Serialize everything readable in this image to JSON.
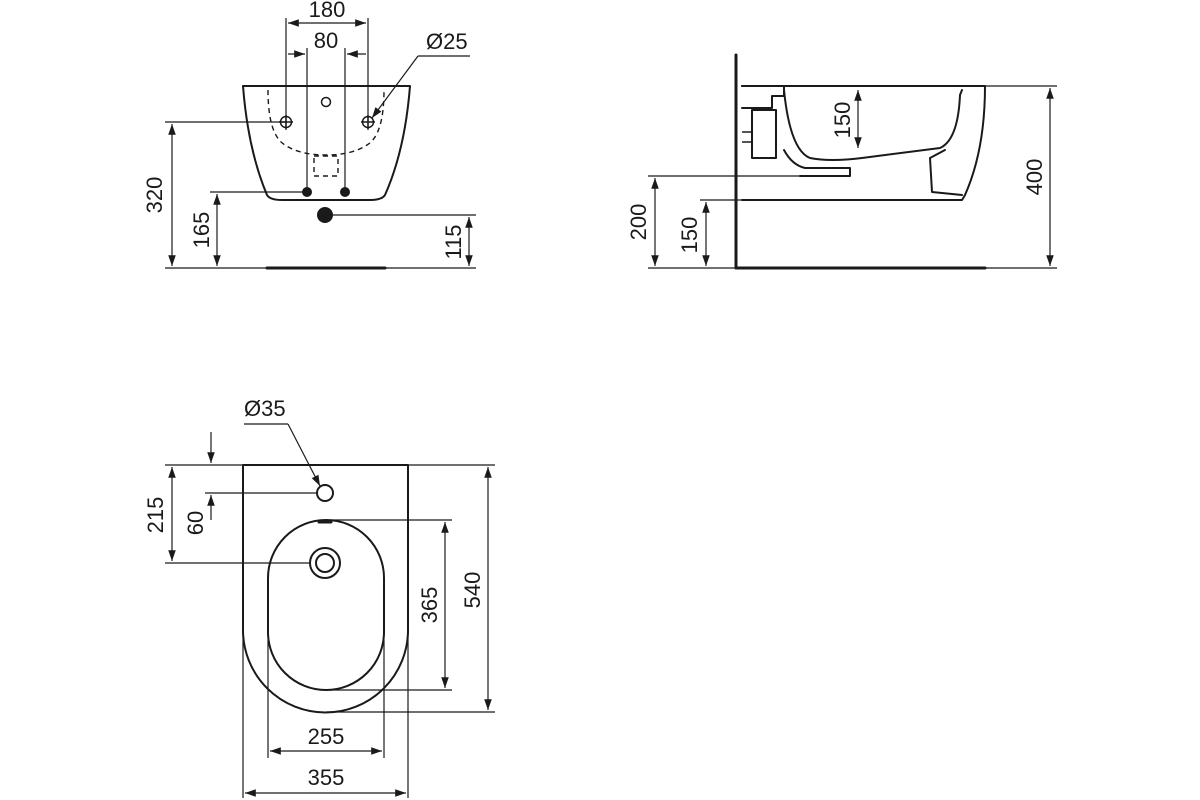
{
  "front_view": {
    "dim_180": "180",
    "dim_80": "80",
    "dim_d25": "Ø25",
    "dim_320": "320",
    "dim_165": "165",
    "dim_115": "115"
  },
  "side_view": {
    "dim_150_top": "150",
    "dim_400": "400",
    "dim_200": "200",
    "dim_150_bottom": "150"
  },
  "top_view": {
    "dim_d35": "Ø35",
    "dim_215": "215",
    "dim_60": "60",
    "dim_365": "365",
    "dim_540": "540",
    "dim_255": "255",
    "dim_355": "355"
  }
}
